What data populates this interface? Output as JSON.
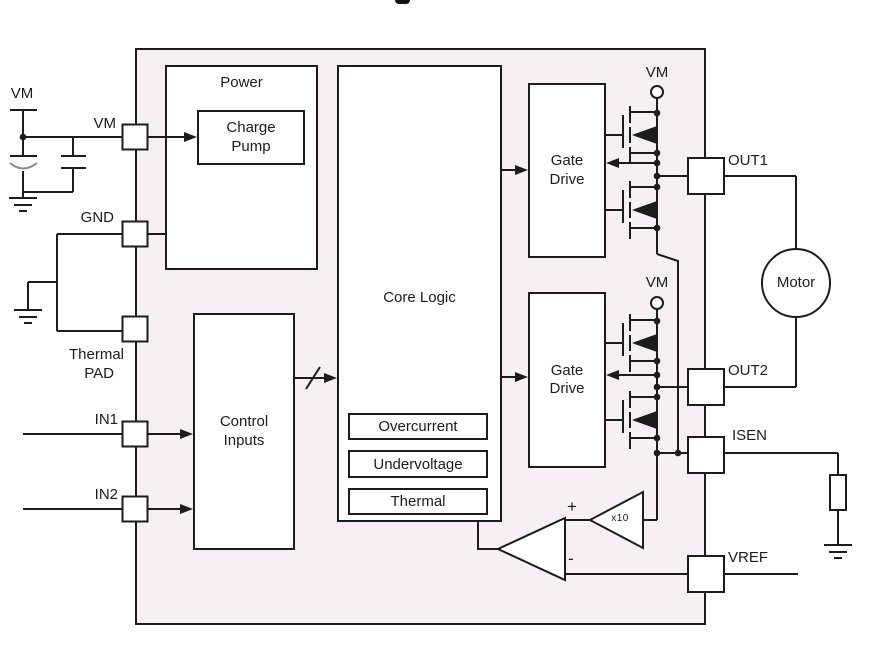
{
  "colors": {
    "line": "#1c1c1c",
    "ic_fill": "#f6f0f5",
    "block_fill": "#ffffff",
    "canvas": "#ffffff"
  },
  "ic_blocks": {
    "power": {
      "title": "Power"
    },
    "charge_pump": {
      "line1": "Charge",
      "line2": "Pump"
    },
    "core_logic": {
      "title": "Core Logic"
    },
    "control_inputs": {
      "line1": "Control",
      "line2": "Inputs"
    },
    "gate_drive_top": {
      "line1": "Gate",
      "line2": "Drive"
    },
    "gate_drive_bottom": {
      "line1": "Gate",
      "line2": "Drive"
    },
    "monitors": [
      {
        "label": "Overcurrent"
      },
      {
        "label": "Undervoltage"
      },
      {
        "label": "Thermal"
      }
    ]
  },
  "pins": {
    "vm": "VM",
    "gnd": "GND",
    "thermal_pad_line1": "Thermal",
    "thermal_pad_line2": "PAD",
    "in1": "IN1",
    "in2": "IN2",
    "out1": "OUT1",
    "out2": "OUT2",
    "isen": "ISEN",
    "vref": "VREF"
  },
  "nets": {
    "supply_vm": "VM",
    "bridge1_vm": "VM",
    "bridge2_vm": "VM"
  },
  "current_sense": {
    "gain": "x10",
    "plus": "+",
    "minus": "-"
  },
  "motor": {
    "label": "Motor"
  }
}
